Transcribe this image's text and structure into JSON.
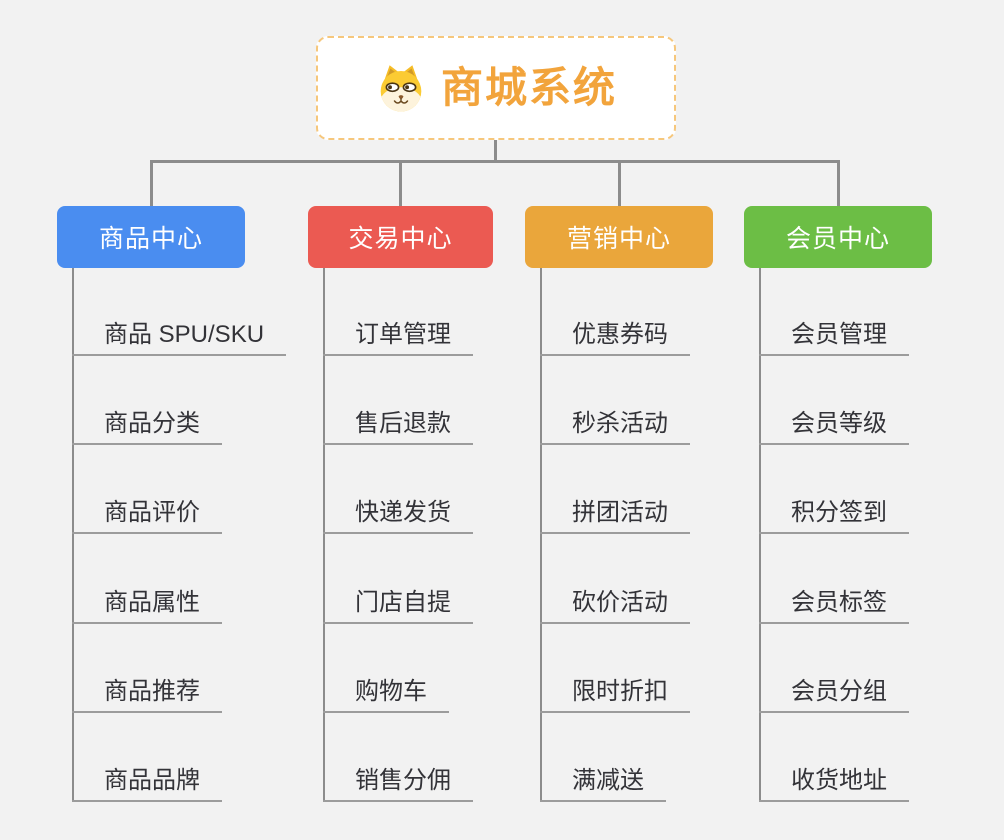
{
  "page": {
    "background": "#f2f2f2",
    "connector_color": "#8c8c8c"
  },
  "root": {
    "title": "商城系统",
    "icon": "dog-face-icon",
    "text_color": "#f2a43c",
    "border_color": "#f6c77c",
    "background": "#ffffff"
  },
  "branches": [
    {
      "label": "商品中心",
      "color": "#4a8df0",
      "children": [
        "商品 SPU/SKU",
        "商品分类",
        "商品评价",
        "商品属性",
        "商品推荐",
        "商品品牌"
      ]
    },
    {
      "label": "交易中心",
      "color": "#eb5a52",
      "children": [
        "订单管理",
        "售后退款",
        "快递发货",
        "门店自提",
        "购物车",
        "销售分佣"
      ]
    },
    {
      "label": "营销中心",
      "color": "#eaa63b",
      "children": [
        "优惠券码",
        "秒杀活动",
        "拼团活动",
        "砍价活动",
        "限时折扣",
        "满减送"
      ]
    },
    {
      "label": "会员中心",
      "color": "#6cbe45",
      "children": [
        "会员管理",
        "会员等级",
        "积分签到",
        "会员标签",
        "会员分组",
        "收货地址"
      ]
    }
  ]
}
